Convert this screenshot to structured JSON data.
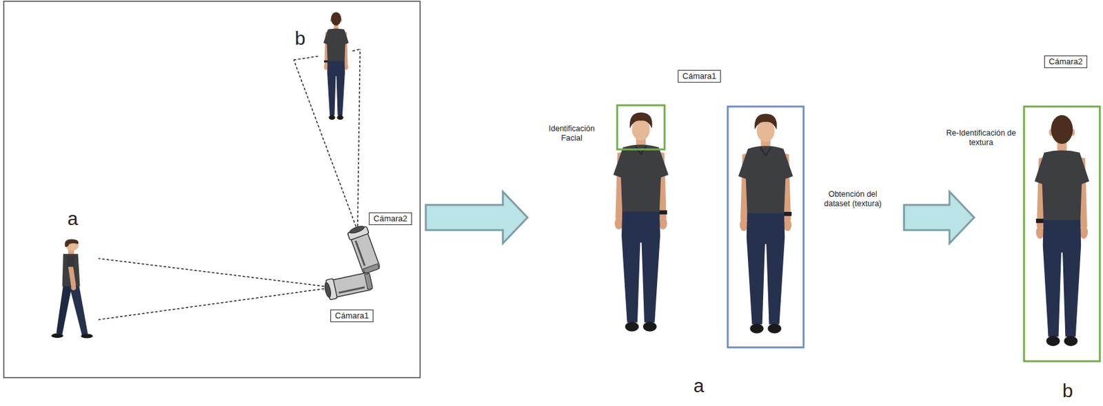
{
  "diagram": {
    "nodes": [
      {
        "text": [
          "Cámara2"
        ]
      },
      {
        "text": [
          "Cámara1"
        ]
      },
      {
        "text": [
          "Cámara1"
        ]
      },
      {
        "text": [
          "Cámara2"
        ]
      }
    ],
    "labels": [
      "b",
      "a",
      "Identificación Facial",
      "Obtención del dataset (textura)",
      "Re-Identificación de textura",
      "a",
      "b"
    ]
  }
}
